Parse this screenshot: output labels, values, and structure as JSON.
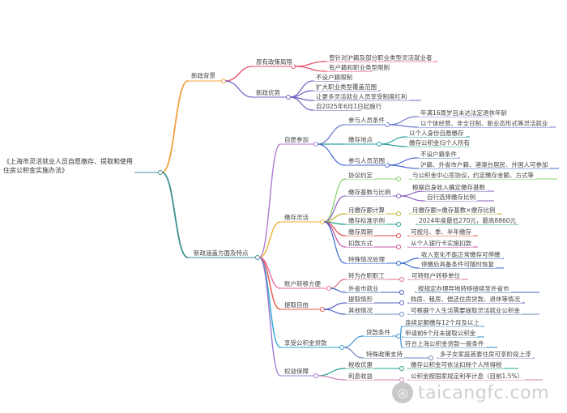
{
  "root": "《上海市灵活就业人员自愿缴存、提取和使用住房公积金实施办法》",
  "l1": [
    "新政背景",
    "新政涵盖方面及特点"
  ],
  "bg": [
    {
      "label": "原有政策局限",
      "items": [
        "曾针对沪籍及部分职业类型灵活就业者",
        "有户籍和职业类型限制"
      ]
    },
    {
      "label": "新政优势",
      "items": [
        "不设户籍限制",
        "扩大职业类型覆盖范围",
        "让更多灵活就业人员享受制度红利",
        "自2025年6月1日起施行"
      ]
    }
  ],
  "ct": [
    {
      "label": "自愿参加"
    },
    {
      "label": "缴存灵活"
    },
    {
      "label": "账户转移方便"
    },
    {
      "label": "提取自由"
    },
    {
      "label": "享受公积金贷款"
    },
    {
      "label": "权益保障"
    }
  ],
  "vol": [
    {
      "label": "参与人员条件",
      "items": [
        "年满16周岁且未达法定退休年龄",
        "以个体经营、非全日制、新业态形式等灵活就业"
      ]
    },
    {
      "label": "缴存地点",
      "items": [
        "以个人身份自愿缴存",
        "缴存公积金归个人所有"
      ]
    },
    {
      "label": "参与人员范围",
      "items": [
        "不设户籍条件",
        "沪籍、外省市户籍、港澳台居民、外国人可参加"
      ]
    }
  ],
  "flex": [
    {
      "label": "协议约定",
      "items": [
        "与公积金中心签协议，约定缴存金额、方式等"
      ]
    },
    {
      "label": "缴存基数与比例",
      "items": [
        "根据自身收入确定缴存基数",
        "自行选择缴存比例"
      ]
    },
    {
      "label": "月缴存额计算",
      "items": [
        "月缴存额=缴存基数×缴存比例"
      ]
    },
    {
      "label": "缴存标准示例",
      "items": [
        "2024年度最低270元，最高8860元"
      ]
    },
    {
      "label": "缴存周期",
      "items": [
        "可按月、季、半年缴存"
      ]
    },
    {
      "label": "扣款方式",
      "items": [
        "从个人银行卡实施扣款"
      ]
    },
    {
      "label": "特殊情况处理",
      "items": [
        "收入变化不能正常缴存可停缴",
        "停缴后具备条件可随时恢复"
      ]
    }
  ],
  "acct": [
    {
      "label": "转为在职职工",
      "items": [
        "可转账户转移单位"
      ]
    },
    {
      "label": "外省市就业",
      "items": [
        "按规定办理异地转移接续至外省市"
      ]
    }
  ],
  "wd": [
    {
      "label": "提取情形",
      "items": [
        "购房、租房、偿还住房贷款、退休等情况"
      ]
    },
    {
      "label": "其他情况",
      "items": [
        "可根据个人生活需要提取灵活就业公积金"
      ]
    }
  ],
  "loan": [
    {
      "label": "贷款条件",
      "items": [
        "连续足额缴存12个月及以上",
        "申请前6个月未提取公积金",
        "符合上海公积金贷款一般条件"
      ]
    },
    {
      "label": "特殊政策支持",
      "items": [
        "多子女家庭首套住房可享阶段上浮"
      ]
    }
  ],
  "rights": [
    {
      "label": "税收优惠",
      "items": [
        "缴存公积金可依法扣除个人所得税"
      ]
    },
    {
      "label": "利息收益",
      "items": [
        "公积金按国家规定利率计息（目前1.5%）"
      ]
    }
  ],
  "watermark": "taicangfc.com",
  "colors": {
    "root_to_l1": "#3f8f8f",
    "background_branch": "#f0a040",
    "content_branch": "#3f8f8f",
    "voluntary": "#b07ad0",
    "flexible": "#f0b030",
    "account": "#e86aa5",
    "withdrawal": "#e8584a",
    "loan": "#2aa7d0",
    "rights": "#9a7ad0",
    "scope_sub": "#e84b6a",
    "adv_sub": "#7060c0",
    "p_sub": "#6a7ad0",
    "deposit_sub": "#2aa0a0",
    "scope2_sub": "#4a6ad0",
    "agree": "#8ad06a",
    "base": "#8a60c0",
    "calc": "#c0b030",
    "std": "#20a090",
    "period": "#e04a4a",
    "method": "#c050a0",
    "special": "#3a6ad0",
    "acct1": "#e07080",
    "acct2": "#3a60c0",
    "wd1": "#5060c0",
    "wd2": "#6a90c0",
    "loan1": "#3a90d0",
    "loan2": "#7080c0",
    "r1": "#20a090",
    "r2": "#d080b0"
  }
}
